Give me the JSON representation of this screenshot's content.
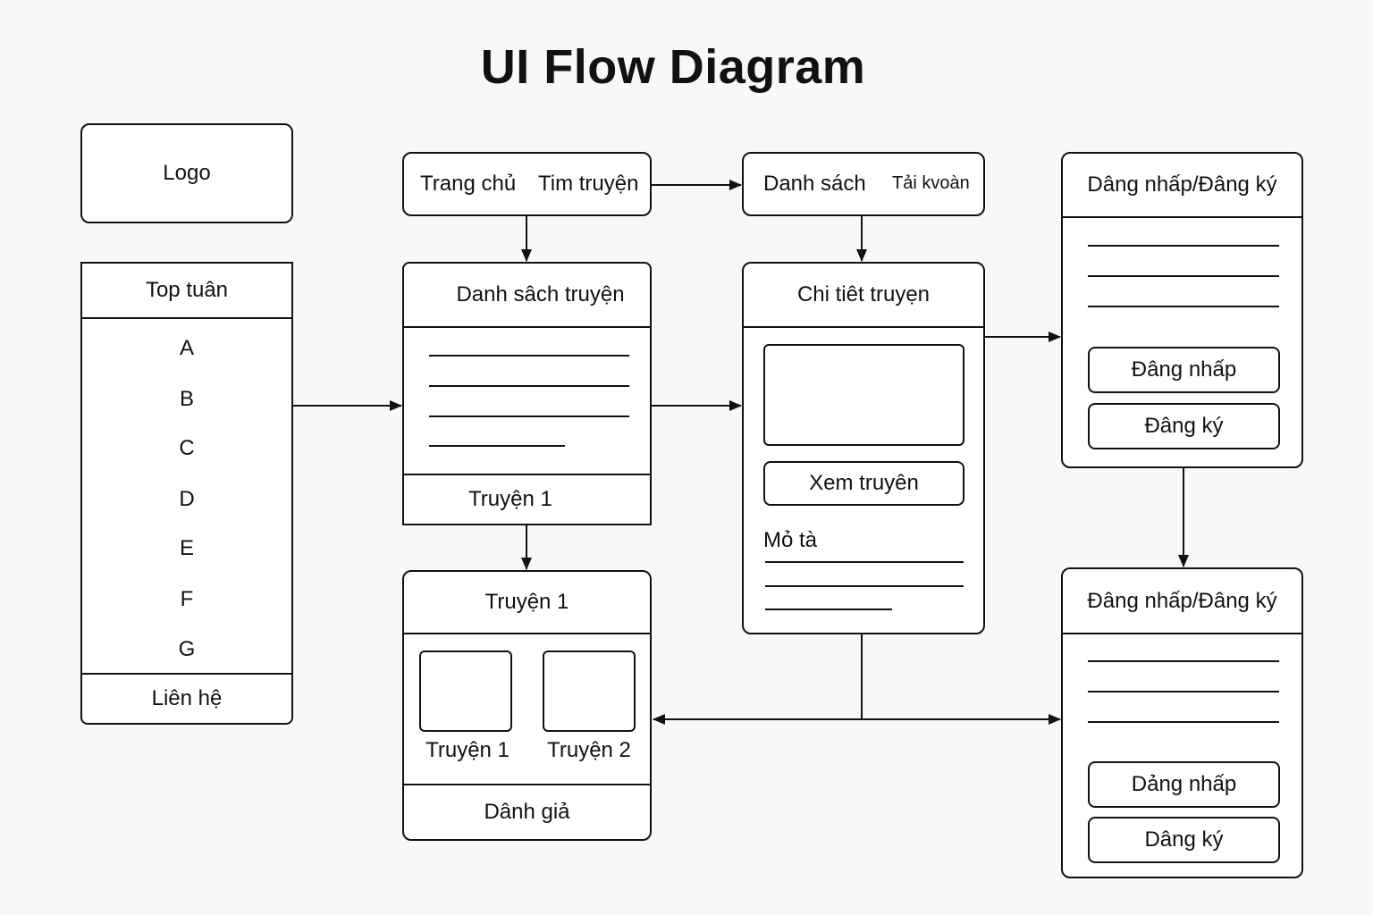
{
  "title": "UI Flow Diagram",
  "logo": {
    "label": "Logo"
  },
  "top_week": {
    "header": "Top tuân",
    "items": [
      "A",
      "B",
      "C",
      "D",
      "E",
      "F",
      "G"
    ],
    "footer": "Liên hệ"
  },
  "nav_main": {
    "home": "Trang chủ",
    "search": "Tim truyện"
  },
  "nav_account": {
    "list": "Danh sách",
    "account": "Tải kvoàn"
  },
  "auth_top": {
    "header": "Dâng nhấp/Đâng ký",
    "login": "Đâng nhấp",
    "register": "Đâng ký"
  },
  "story_list": {
    "header": "Danh sâch truyện",
    "footer": "Truyện 1"
  },
  "story_detail": {
    "header": "Chi tiêt truyẹn",
    "read_button": "Xem truyên",
    "description_label": "Mỏ tà"
  },
  "story_page": {
    "header": "Truyện 1",
    "items": [
      "Truyện 1",
      "Truyện 2"
    ],
    "footer": "Dânh giả"
  },
  "auth_bottom": {
    "header": "Đâng nhấp/Đâng ký",
    "login": "Dảng nhấp",
    "register": "Dâng ký"
  }
}
